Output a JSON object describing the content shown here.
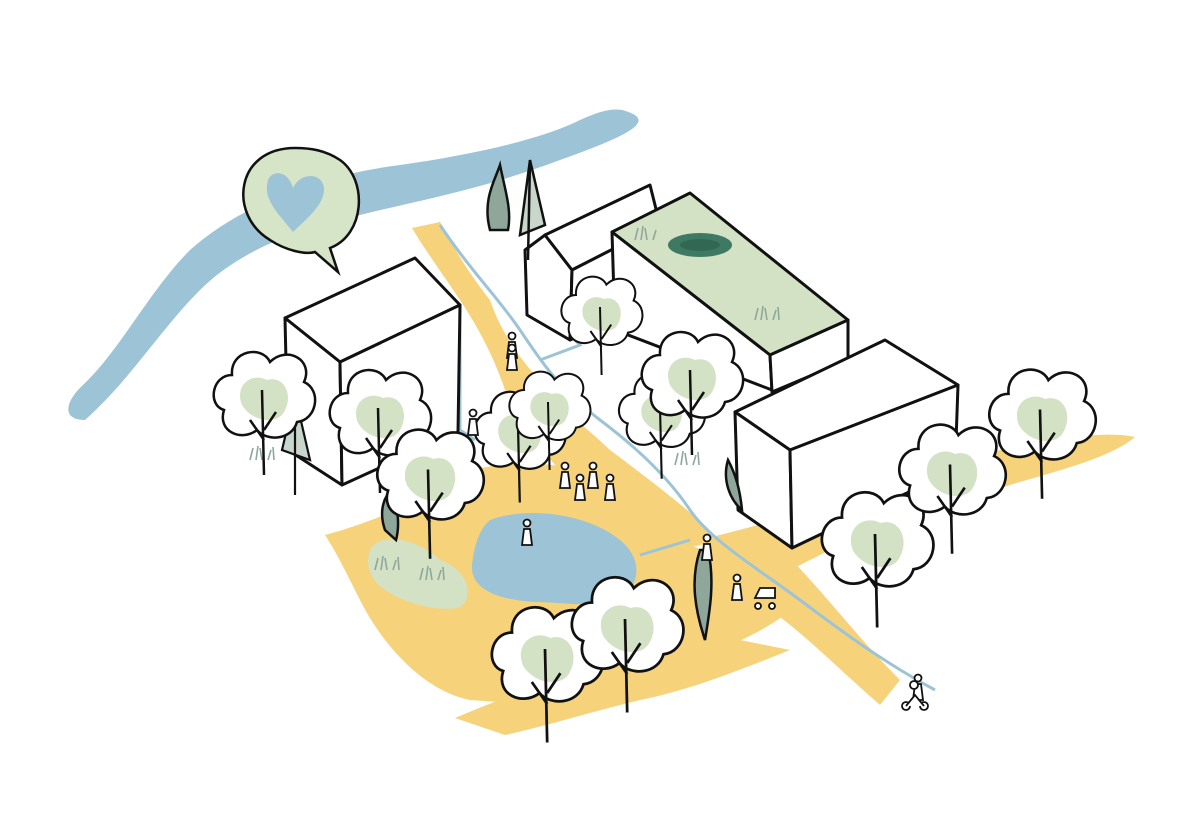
{
  "illustration": {
    "kind": "isometric neighbourhood sketch",
    "speech_bubble_icon": "heart-icon",
    "tree_count": 16,
    "building_count": 4,
    "people_count": 11,
    "elements": [
      "river",
      "pond",
      "stream",
      "paths",
      "green-roof",
      "trees",
      "buildings",
      "people",
      "speech-bubble"
    ]
  },
  "colors": {
    "water": "#9dc4d6",
    "path": "#f6d27a",
    "foliage": "#d3e2c4",
    "dark_foliage": "#8fa79b",
    "roof_pond": "#3e7a63",
    "bubble": "#d6e4c7",
    "ink": "#111111",
    "background": "#ffffff"
  }
}
